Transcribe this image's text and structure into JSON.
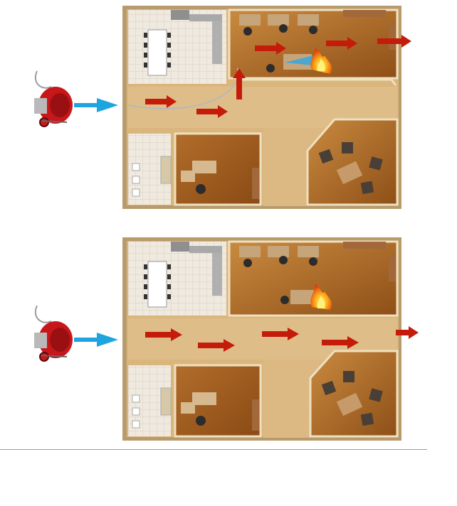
{
  "panels": [
    {
      "id": "top",
      "scenario": "ventilator-entry-fire-in-room",
      "arrow_count": 6,
      "fire_location": "open-office"
    },
    {
      "id": "bottom",
      "scenario": "ventilator-entry-fire-in-room",
      "arrow_count": 6,
      "fire_location": "open-office"
    }
  ],
  "icons": {
    "ventilator": "ppv-fan-icon",
    "flow": "airflow-arrow-icon",
    "fire": "fire-icon",
    "blower": "blower-arrow-icon"
  },
  "colors": {
    "floor": "#d8b37a",
    "floor_light": "#e3c390",
    "wall": "#a88c64",
    "wall_top": "#efe0c0",
    "room_dark": "#9c5c1c",
    "room_mid": "#b8762e",
    "tile": "#eee7dc",
    "arrow_red": "#c41b0b",
    "blower_blue": "#1ea5e0",
    "fire_orange": "#f07a12",
    "fan_red": "#c8171b"
  }
}
